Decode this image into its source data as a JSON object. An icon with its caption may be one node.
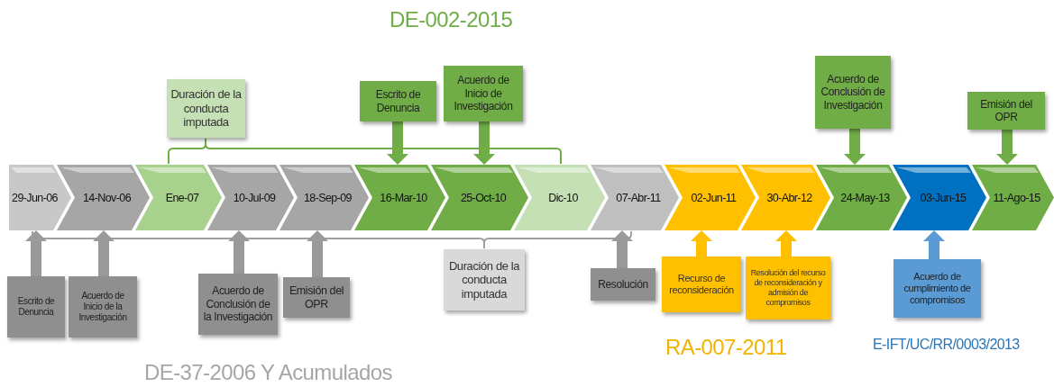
{
  "diagram": {
    "nodes": [
      {
        "text": [
          "29-Jun-06"
        ]
      },
      {
        "text": [
          "14-Nov-06"
        ]
      },
      {
        "text": [
          "Ene-07"
        ]
      },
      {
        "text": [
          "10-Jul-09"
        ]
      },
      {
        "text": [
          "18-Sep-09"
        ]
      },
      {
        "text": [
          "16-Mar-10"
        ]
      },
      {
        "text": [
          "25-Oct-10"
        ]
      },
      {
        "text": [
          "Dic-10"
        ]
      },
      {
        "text": [
          "07-Abr-11"
        ]
      },
      {
        "text": [
          "02-Jun-11"
        ]
      },
      {
        "text": [
          "30-Abr-12"
        ]
      },
      {
        "text": [
          "24-May-13"
        ]
      },
      {
        "text": [
          "03-Jun-15"
        ]
      },
      {
        "text": [
          "11-Ago-15"
        ]
      },
      {
        "text": [
          "Duración de la conducta imputada"
        ]
      },
      {
        "text": [
          "Escrito de Denuncia"
        ]
      },
      {
        "text": [
          "Acuerdo de Inicio de Investigación"
        ]
      },
      {
        "text": [
          "Acuerdo de Conclusión de Investigación"
        ]
      },
      {
        "text": [
          "Emisión del OPR"
        ]
      },
      {
        "text": [
          "Escrito de Denuncia"
        ]
      },
      {
        "text": [
          "Acuerdo de Inicio de la Investigación"
        ]
      },
      {
        "text": [
          "Acuerdo de Conclusión de la Investigación"
        ]
      },
      {
        "text": [
          "Emisión del OPR"
        ]
      },
      {
        "text": [
          "Duración de la conducta imputada"
        ]
      },
      {
        "text": [
          "Resolución"
        ]
      },
      {
        "text": [
          "Recurso de reconsideración"
        ]
      },
      {
        "text": [
          "Resolución del recurso de reconsideración y admisión de compromisos"
        ]
      },
      {
        "text": [
          "Acuerdo de cumplimiento de compromisos"
        ]
      }
    ],
    "edges": [
      {
        "from": 15,
        "to": 5,
        "arrow": "to",
        "color": "#70ad47"
      },
      {
        "from": 16,
        "to": 6,
        "arrow": "to",
        "color": "#70ad47"
      },
      {
        "from": 17,
        "to": 11,
        "arrow": "to",
        "color": "#70ad47"
      },
      {
        "from": 18,
        "to": 13,
        "arrow": "to",
        "color": "#70ad47"
      },
      {
        "from": 19,
        "to": 0,
        "arrow": "to"
      },
      {
        "from": 20,
        "to": 1,
        "arrow": "to"
      },
      {
        "from": 21,
        "to": 3,
        "arrow": "to"
      },
      {
        "from": 22,
        "to": 4,
        "arrow": "to"
      },
      {
        "from": 24,
        "to": 8,
        "arrow": "to"
      },
      {
        "from": 25,
        "to": 9,
        "arrow": "to",
        "color": "#ffc000"
      },
      {
        "from": 26,
        "to": 10,
        "arrow": "to",
        "color": "#ffc000"
      },
      {
        "from": 27,
        "to": 12,
        "arrow": "to",
        "color": "#5b9bd5"
      }
    ],
    "labels": [
      "DE-002-2015",
      "DE-37-2006 Y Acumulados",
      "RA-007-2011",
      "E-IFT/UC/RR/0003/2013"
    ]
  }
}
